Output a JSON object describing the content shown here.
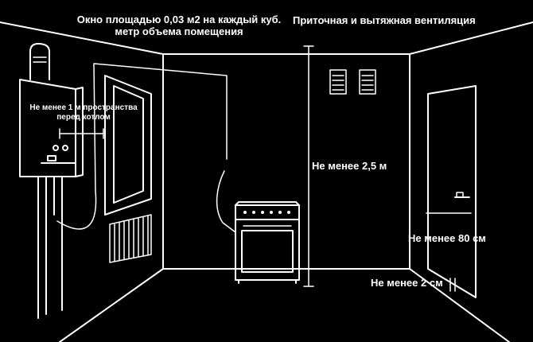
{
  "labels": {
    "window_area": [
      "Окно площадью 0,03 м2 на каждый куб.",
      "метр объема помещения"
    ],
    "ventilation": "Приточная и вытяжная вентиляция",
    "boiler_space": [
      "Не менее 1 м пространства",
      "перед котлом"
    ],
    "ceiling_height": "Не менее 2,5 м",
    "door_width": "Не менее 80 см",
    "door_gap": "Не менее 2 см"
  },
  "colors": {
    "background": "#000000",
    "line": "#ffffff",
    "text": "#ffffff"
  }
}
